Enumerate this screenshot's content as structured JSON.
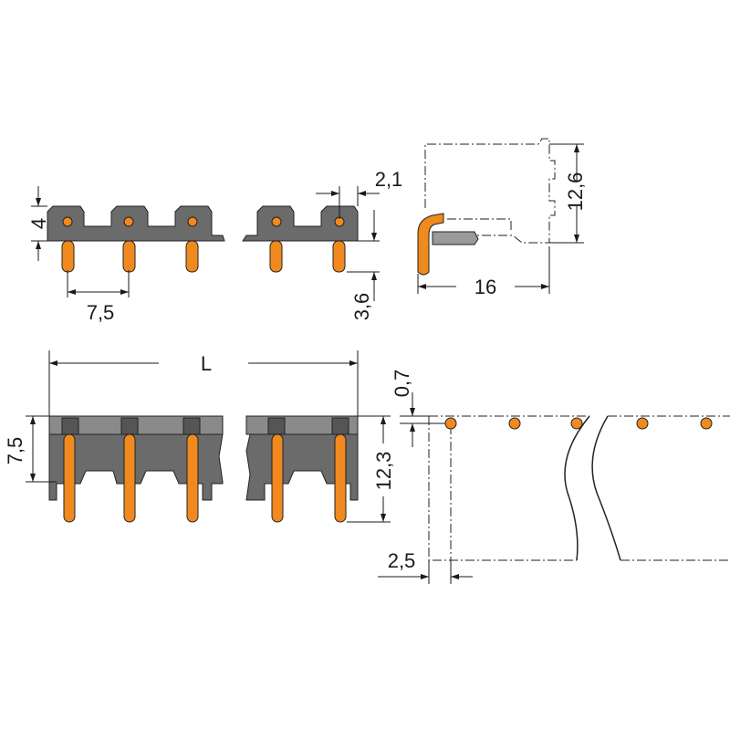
{
  "dimensions": {
    "height_4": "4",
    "pitch_7_5": "7,5",
    "offset_2_1": "2,1",
    "pin_3_6": "3,6",
    "height_12_6": "12,6",
    "depth_16": "16",
    "length_L": "L",
    "height_7_5": "7,5",
    "pin_12_3": "12,3",
    "offset_0_7": "0,7",
    "offset_2_5": "2,5"
  },
  "colors": {
    "housing": "#6b6b6b",
    "pin": "#f0891e",
    "line": "#1a1a1a"
  }
}
